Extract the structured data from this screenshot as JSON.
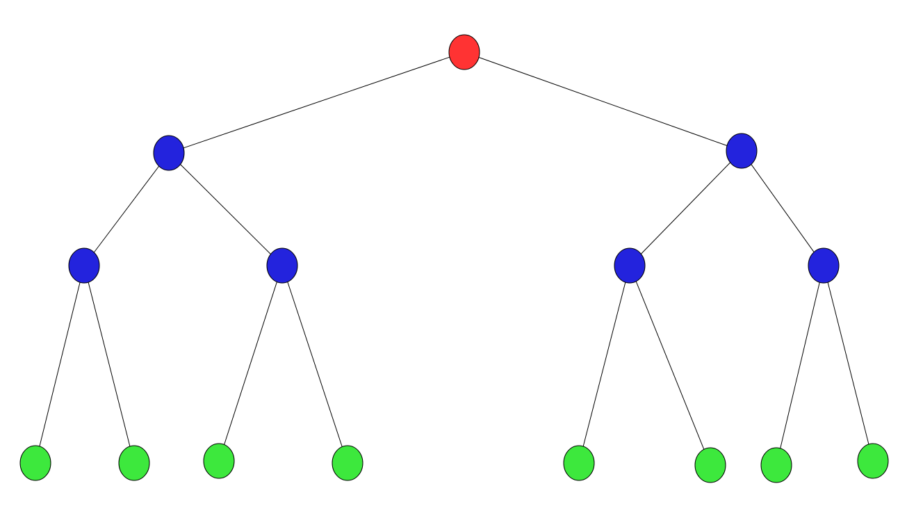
{
  "tree": {
    "colors": {
      "root": "#ff3333",
      "internal": "#2323dd",
      "leaf": "#3de83d",
      "edge": "#000000",
      "background": "#ffffff"
    },
    "nodes": [
      {
        "id": "root",
        "kind": "root"
      },
      {
        "id": "n1",
        "kind": "internal",
        "parent": "root"
      },
      {
        "id": "n2",
        "kind": "internal",
        "parent": "root"
      },
      {
        "id": "n3",
        "kind": "internal",
        "parent": "n1"
      },
      {
        "id": "n4",
        "kind": "internal",
        "parent": "n1"
      },
      {
        "id": "n5",
        "kind": "internal",
        "parent": "n2"
      },
      {
        "id": "n6",
        "kind": "internal",
        "parent": "n2"
      },
      {
        "id": "l1",
        "kind": "leaf",
        "parent": "n3"
      },
      {
        "id": "l2",
        "kind": "leaf",
        "parent": "n3"
      },
      {
        "id": "l3",
        "kind": "leaf",
        "parent": "n4"
      },
      {
        "id": "l4",
        "kind": "leaf",
        "parent": "n4"
      },
      {
        "id": "l5",
        "kind": "leaf",
        "parent": "n5"
      },
      {
        "id": "l6",
        "kind": "leaf",
        "parent": "n5"
      },
      {
        "id": "l7",
        "kind": "leaf",
        "parent": "n6"
      },
      {
        "id": "l8",
        "kind": "leaf",
        "parent": "n6"
      }
    ]
  }
}
